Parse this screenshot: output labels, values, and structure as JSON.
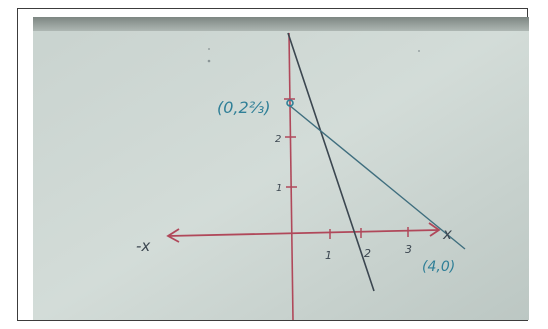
{
  "photo": {
    "colors": {
      "board": "#cfd8d4",
      "board_shadow": "#aab6b2",
      "rail": "#9aa39f",
      "red_axis": "#b0485a",
      "dark_ink": "#3b4650",
      "blue_ink": "#2f7f97"
    },
    "labels": {
      "neg_x": "-x",
      "pos_x": "x",
      "tick_x1": "1",
      "tick_x2": "2",
      "tick_x3": "3",
      "tick_y1": "1",
      "tick_y2": "2",
      "y_intercept": "(0,2⅔)",
      "x_intercept": "(4,0)"
    }
  }
}
